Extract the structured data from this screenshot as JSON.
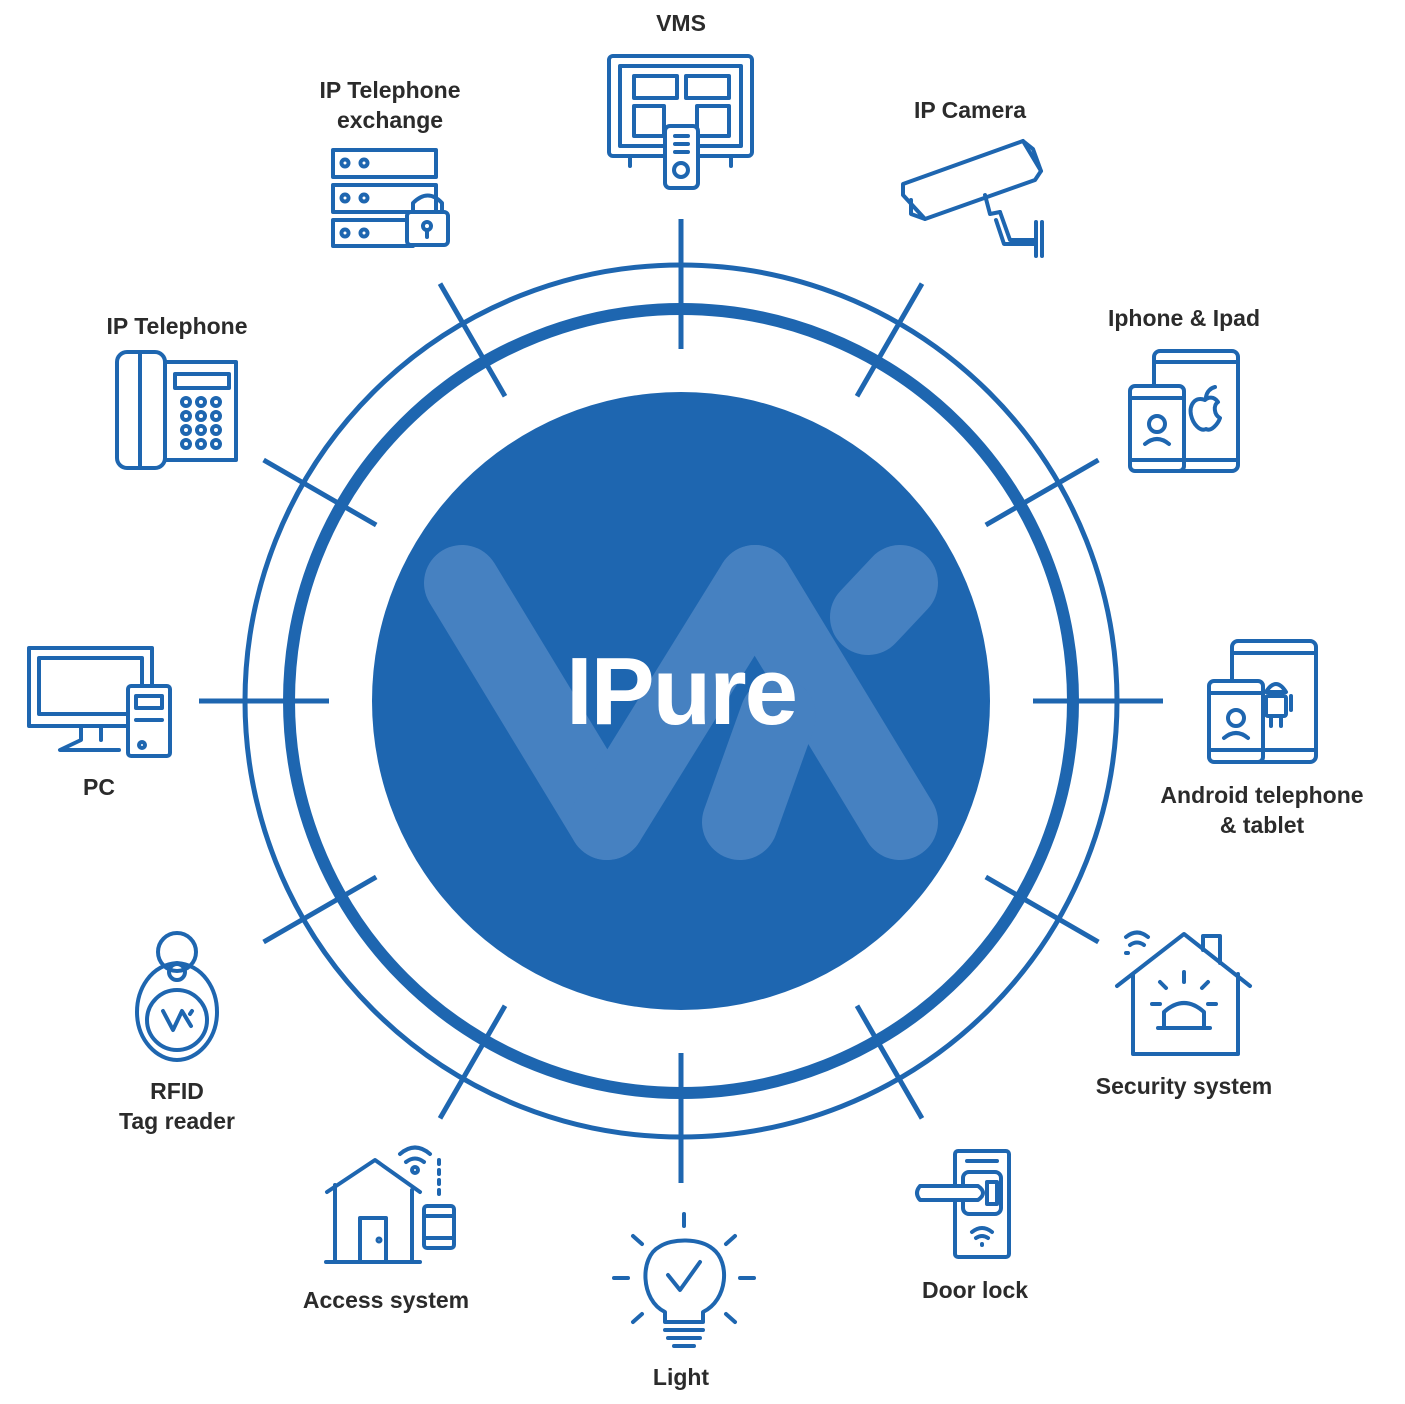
{
  "hub": {
    "label": "IPure"
  },
  "nodes": [
    {
      "id": "vms",
      "label_lines": [
        "VMS"
      ],
      "icon": "vms-monitor-remote-icon"
    },
    {
      "id": "ip-camera",
      "label_lines": [
        "IP Camera"
      ],
      "icon": "cctv-camera-icon"
    },
    {
      "id": "iphone-ipad",
      "label_lines": [
        "Iphone & Ipad"
      ],
      "icon": "apple-devices-icon"
    },
    {
      "id": "android",
      "label_lines": [
        "Android telephone",
        "& tablet"
      ],
      "icon": "android-devices-icon"
    },
    {
      "id": "security-system",
      "label_lines": [
        "Security system"
      ],
      "icon": "house-alarm-icon"
    },
    {
      "id": "door-lock",
      "label_lines": [
        "Door lock"
      ],
      "icon": "smart-door-lock-icon"
    },
    {
      "id": "light",
      "label_lines": [
        "Light"
      ],
      "icon": "light-bulb-icon"
    },
    {
      "id": "access-system",
      "label_lines": [
        "Access system"
      ],
      "icon": "house-access-icon"
    },
    {
      "id": "rfid",
      "label_lines": [
        "RFID",
        "Tag reader"
      ],
      "icon": "rfid-keyfob-icon"
    },
    {
      "id": "pc",
      "label_lines": [
        "PC"
      ],
      "icon": "desktop-pc-icon"
    },
    {
      "id": "ip-telephone",
      "label_lines": [
        "IP Telephone"
      ],
      "icon": "desk-phone-icon"
    },
    {
      "id": "ip-pbx",
      "label_lines": [
        "IP Telephone",
        "exchange"
      ],
      "icon": "server-lock-icon"
    }
  ],
  "colors": {
    "primary": "#1e66b0",
    "watermark": "#4d86c4",
    "text": "#2b2b2b"
  }
}
